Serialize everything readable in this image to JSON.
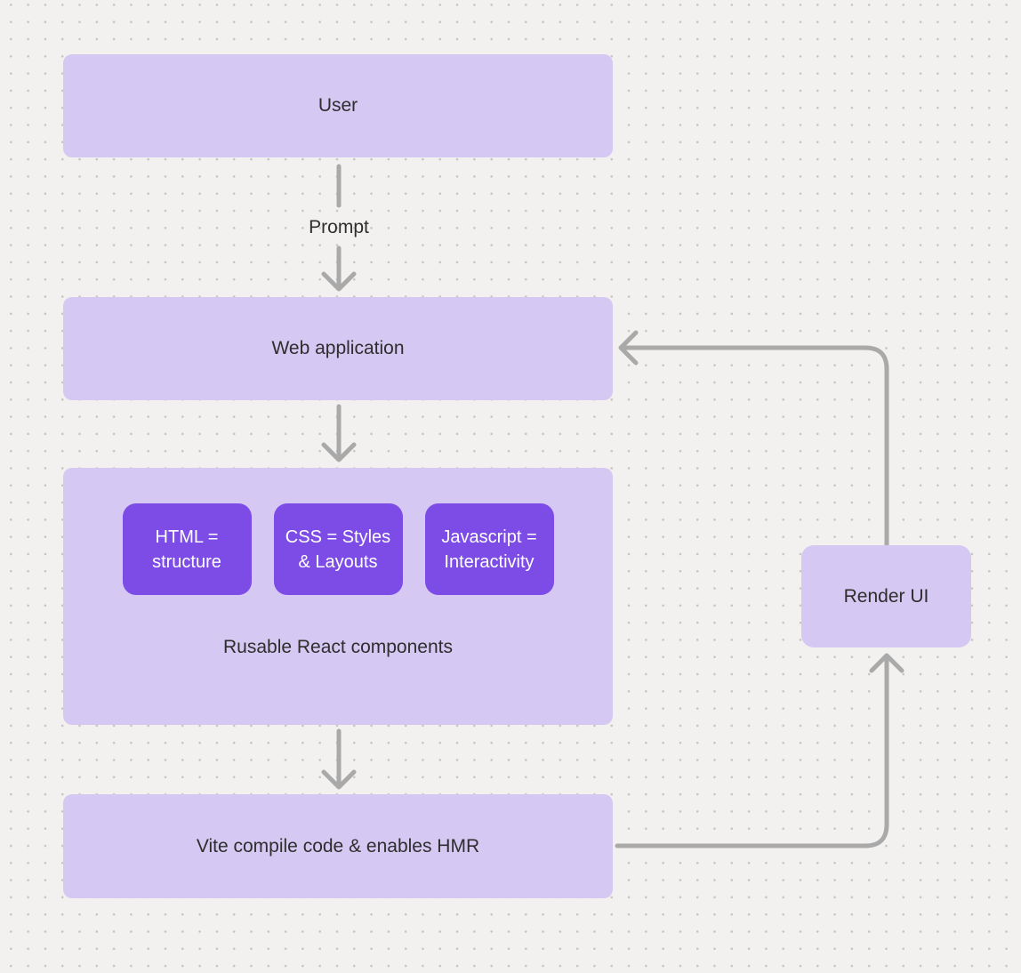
{
  "colors": {
    "background": "#f2f1f0",
    "dot": "#c6c5c4",
    "node_fill": "#d5c8f2",
    "accent_fill": "#7d4ce6",
    "accent_text": "#ffffff",
    "line": "#a9a9a9",
    "text": "#2e2e2e"
  },
  "nodes": {
    "user": "User",
    "web_application": "Web application",
    "html_chip": "HTML =\nstructure",
    "css_chip": "CSS = Styles\n& Layouts",
    "javascript_chip": "Javascript =\nInteractivity",
    "components_caption": "Rusable React components",
    "vite": "Vite compile code & enables HMR",
    "render_ui": "Render UI"
  },
  "edge_labels": {
    "prompt": "Prompt"
  }
}
